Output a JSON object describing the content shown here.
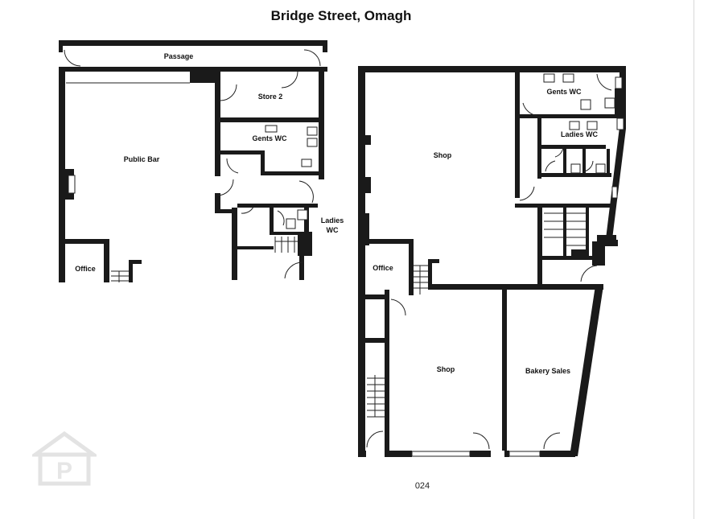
{
  "title": "Bridge Street, Omagh",
  "page_number": "024",
  "left_plan": {
    "rooms": {
      "passage": "Passage",
      "store": "Store 2",
      "public_bar": "Public Bar",
      "gents": "Gents WC",
      "ladies_line1": "Ladies",
      "ladies_line2": "WC",
      "office": "Office"
    }
  },
  "right_plan": {
    "rooms": {
      "gents": "Gents WC",
      "ladies": "Ladies WC",
      "shop_upper": "Shop",
      "office": "Office",
      "shop_lower": "Shop",
      "bakery": "Bakery Sales"
    }
  },
  "watermark": "P"
}
